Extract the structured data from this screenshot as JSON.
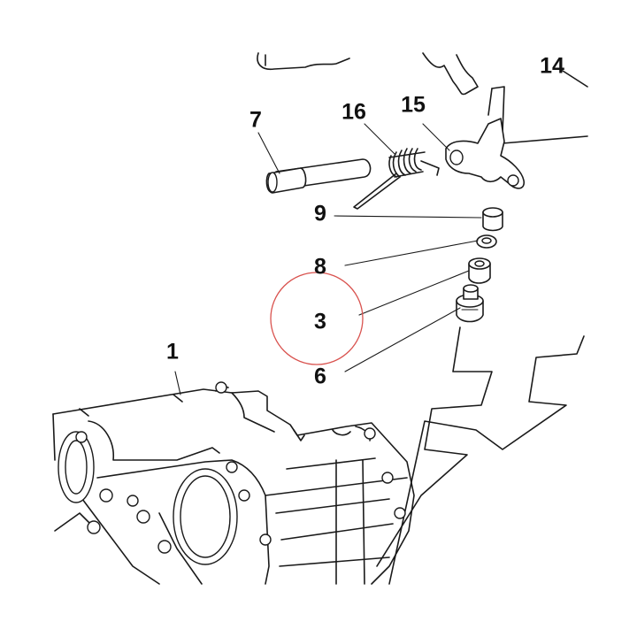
{
  "callouts": [
    {
      "id": "1",
      "text": "1"
    },
    {
      "id": "3",
      "text": "3"
    },
    {
      "id": "6",
      "text": "6"
    },
    {
      "id": "7",
      "text": "7"
    },
    {
      "id": "8",
      "text": "8"
    },
    {
      "id": "9",
      "text": "9"
    },
    {
      "id": "14",
      "text": "14"
    },
    {
      "id": "15",
      "text": "15"
    },
    {
      "id": "16",
      "text": "16"
    }
  ],
  "highlight": {
    "callout": "3",
    "color": "#d9534f"
  }
}
